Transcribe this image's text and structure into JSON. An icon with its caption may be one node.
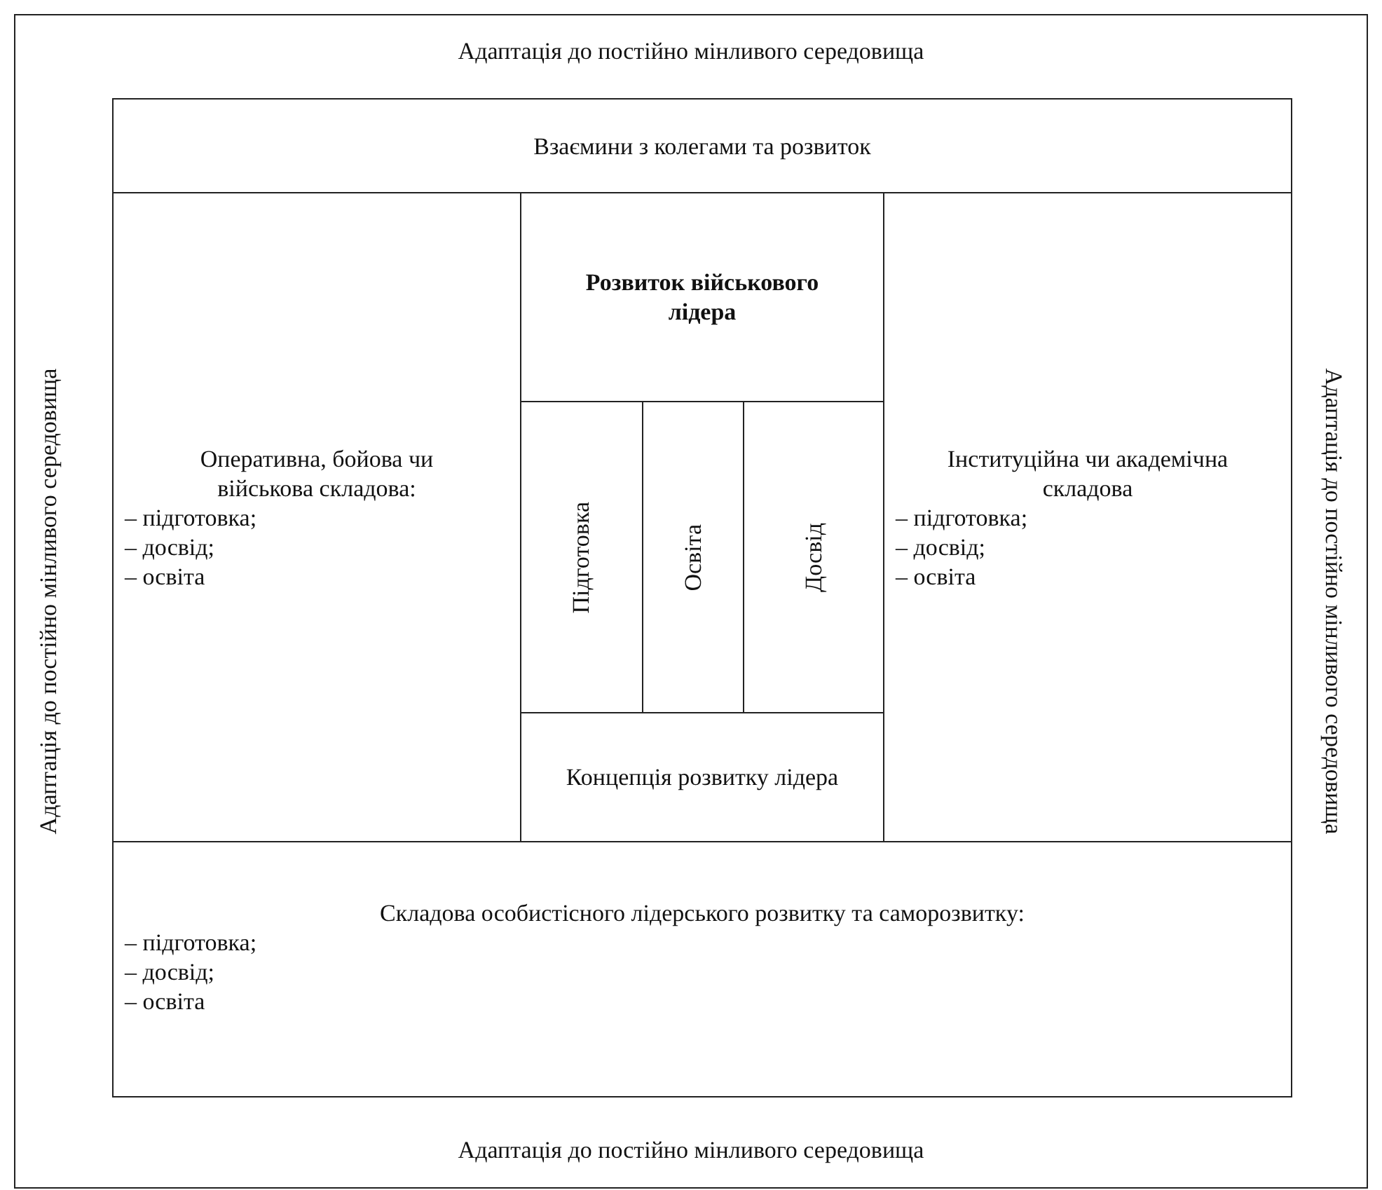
{
  "diagram": {
    "nodes": [
      {
        "text": [
          "Адаптація до постійно мінливого середовища",
          "Адаптація до постійно мінливого середовища",
          "Адаптація до постійно мінливого середовища",
          "Адаптація до постійно мінливого середовища"
        ]
      },
      {
        "text": [
          "Взаємини з колегами та розвиток"
        ],
        "in": 0
      },
      {
        "text": [
          "Оперативна, бойова чи військова складова:",
          "– підготовка;",
          "– досвід;",
          "– освіта"
        ],
        "in": 0
      },
      {
        "text": [
          "Розвиток військового лідера"
        ],
        "in": 0
      },
      {
        "text": [
          "Підготовка"
        ],
        "in": 0
      },
      {
        "text": [
          "Освіта"
        ],
        "in": 0
      },
      {
        "text": [
          "Досвід"
        ],
        "in": 0
      },
      {
        "text": [
          "Концепція розвитку лідера"
        ],
        "in": 0
      },
      {
        "text": [
          "Інституційна чи академічна складова",
          "– підготовка;",
          "– досвід;",
          "– освіта"
        ],
        "in": 0
      },
      {
        "text": [
          "Складова особистісного лідерського розвитку та саморозвитку:",
          "– підготовка;",
          "– досвід;",
          "– освіта"
        ],
        "in": 0
      }
    ]
  }
}
